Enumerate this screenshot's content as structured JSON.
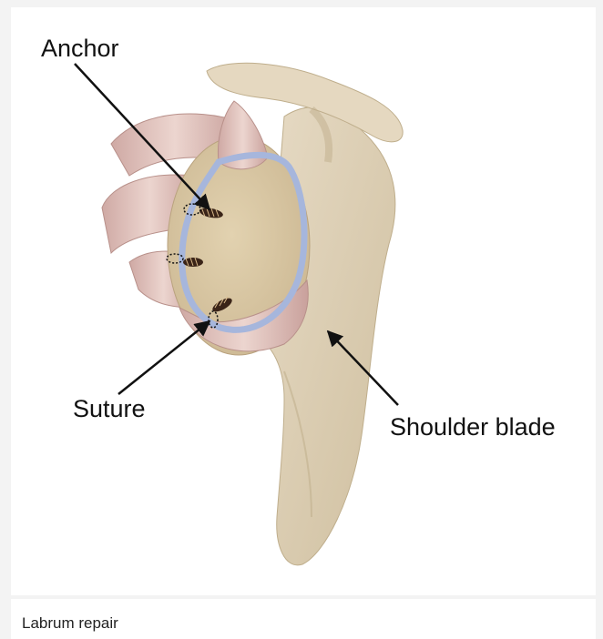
{
  "figure": {
    "labels": {
      "anchor": "Anchor",
      "suture": "Suture",
      "shoulder_blade": "Shoulder blade"
    }
  },
  "caption": "Labrum repair",
  "colors": {
    "bone": "#ddd0b8",
    "bone_shadow": "#c9b89a",
    "labrum": "#a9b8d8",
    "tendon": "#e3c9c3",
    "anchor": "#3a2418",
    "background": "#f3f3f3"
  }
}
